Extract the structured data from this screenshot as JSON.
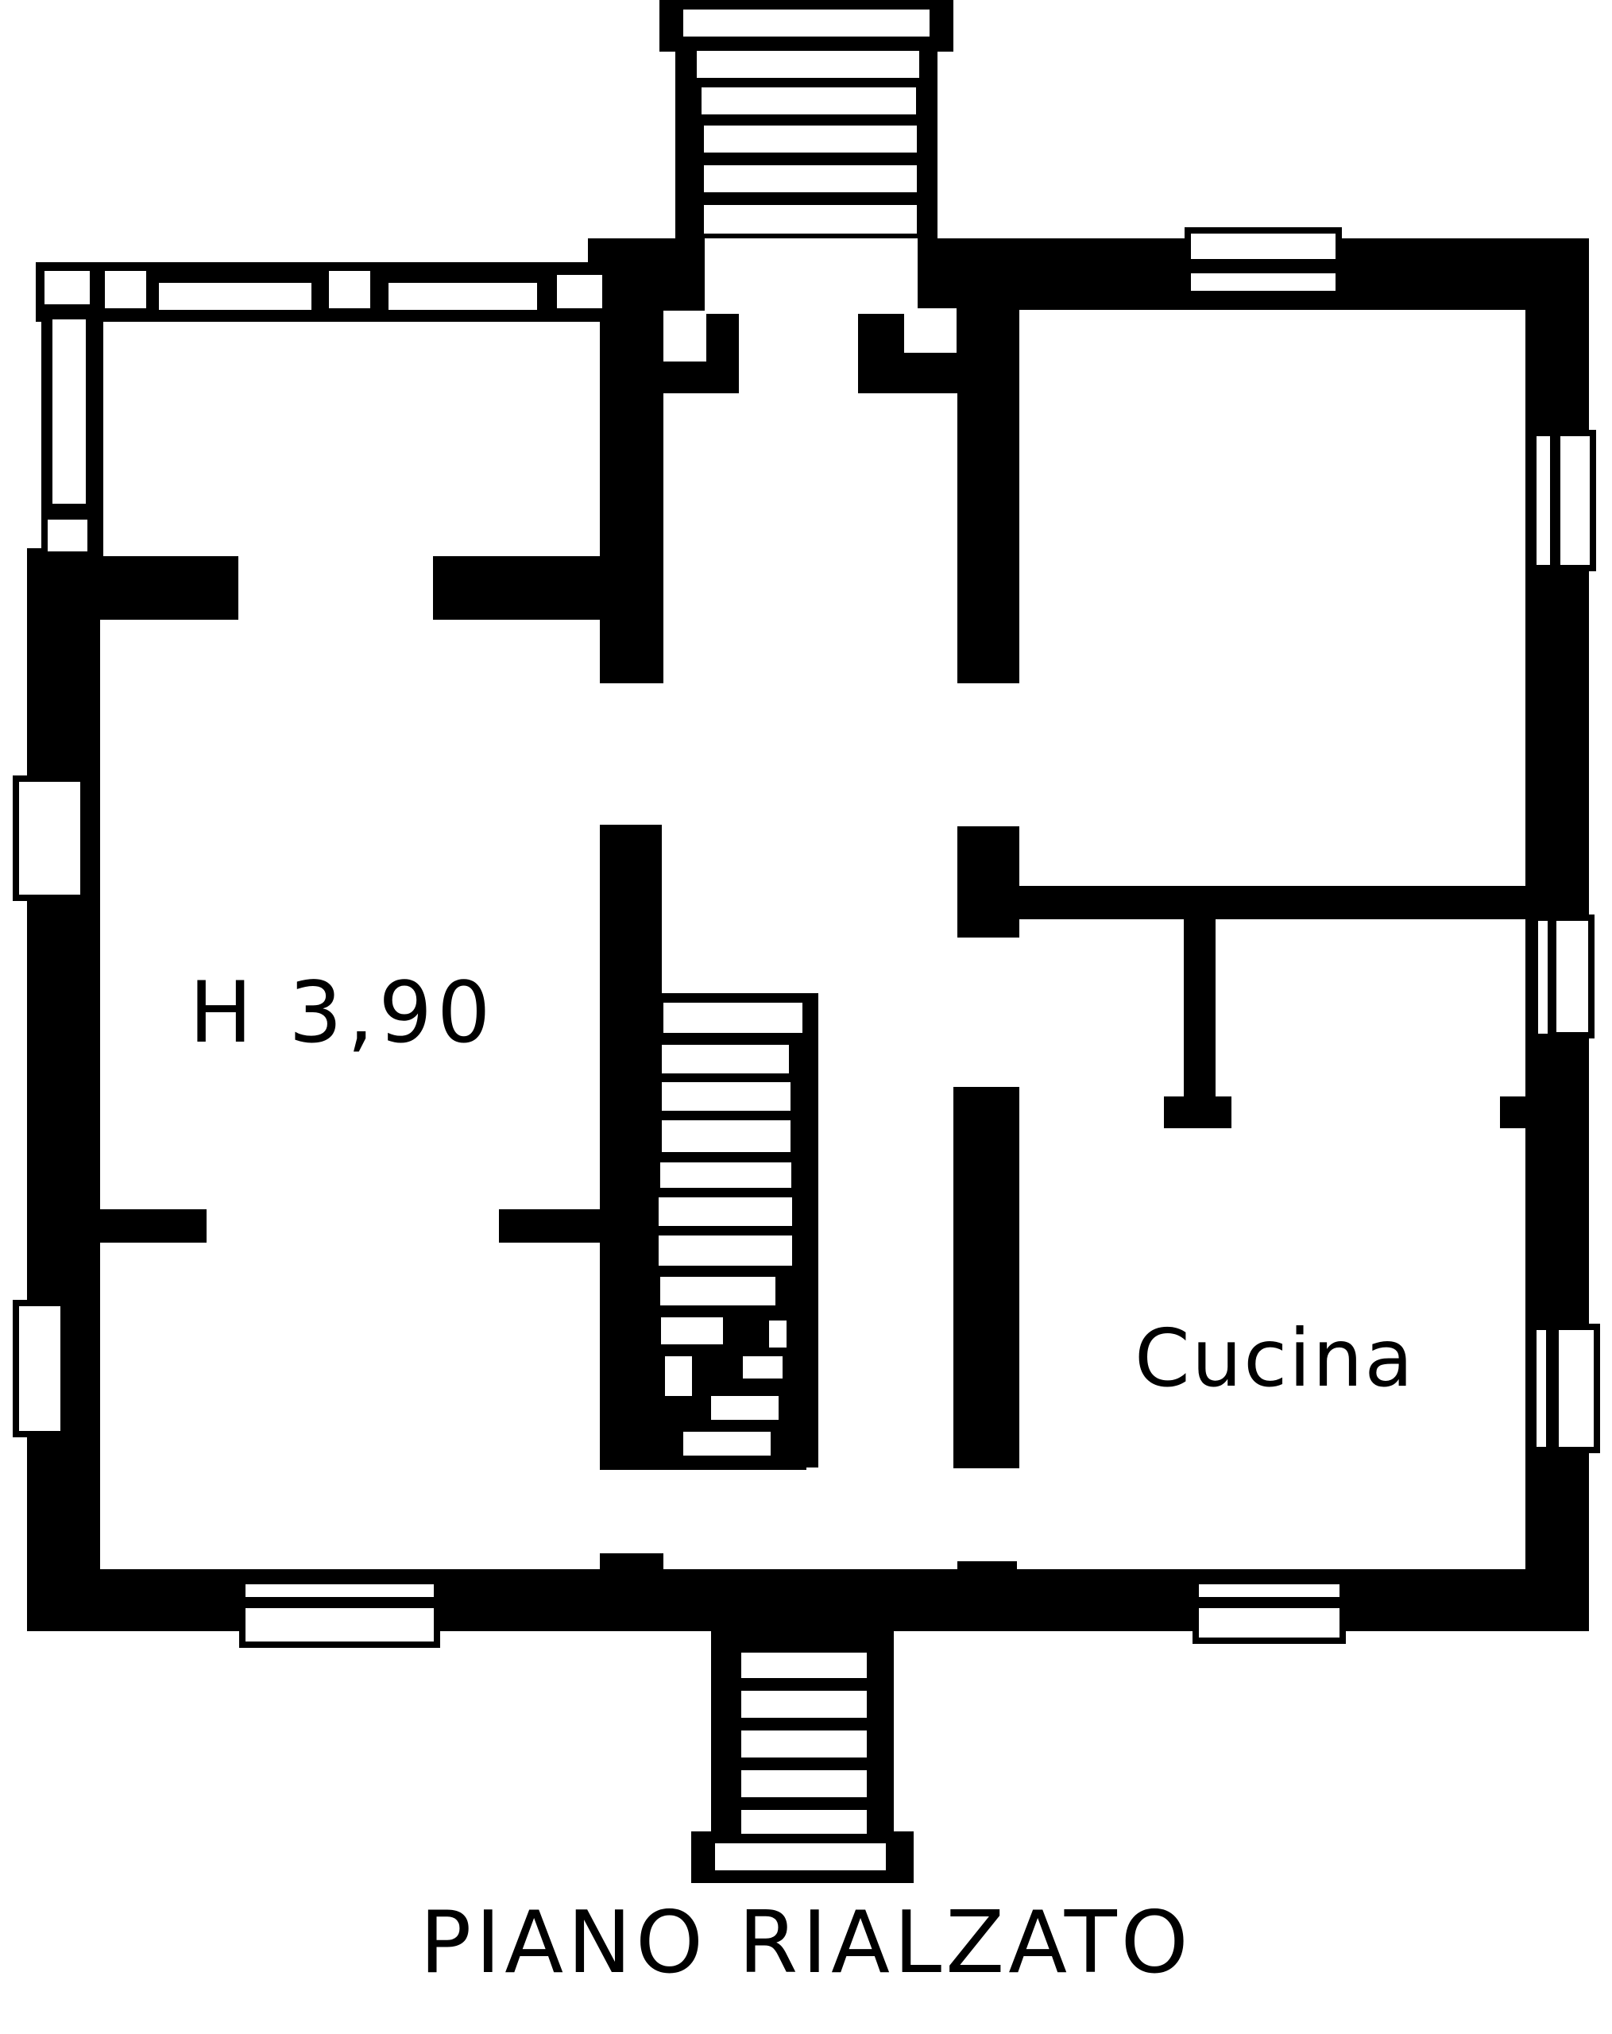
{
  "floor_plan": {
    "title": "PIANO RIALZATO",
    "rooms": [
      {
        "id": "main",
        "label": "H 3,90"
      },
      {
        "id": "kitchen",
        "label": "Cucina"
      }
    ]
  }
}
